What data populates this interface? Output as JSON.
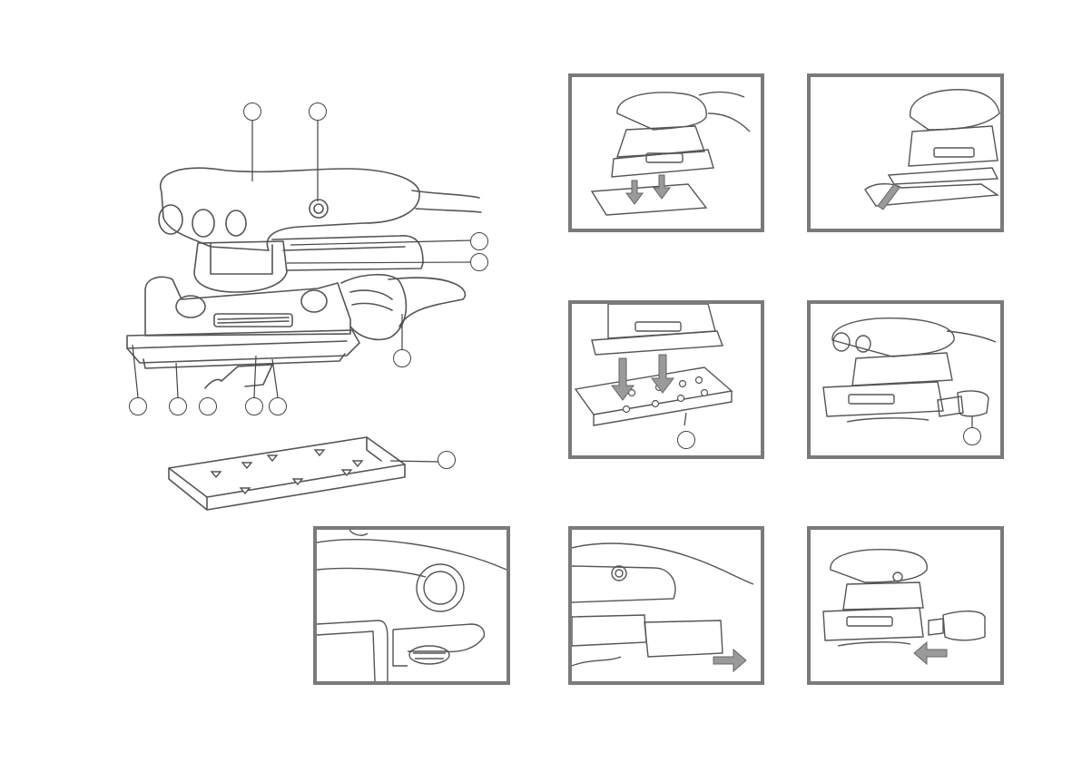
{
  "illustration": {
    "main_subject": "orbital-sheet-sander",
    "callouts": [
      "",
      "",
      "",
      "",
      "",
      "",
      "",
      "",
      "",
      "",
      "",
      ""
    ],
    "panels": [
      {
        "id": "panel-1",
        "subject": "attach-sanding-sheet"
      },
      {
        "id": "panel-2",
        "subject": "clamp-lever-release"
      },
      {
        "id": "panel-3",
        "subject": "attach-perforator-plate"
      },
      {
        "id": "panel-4",
        "subject": "dust-container-detached"
      },
      {
        "id": "panel-5",
        "subject": "dust-container-remove"
      },
      {
        "id": "panel-6",
        "subject": "dust-container-insert"
      },
      {
        "id": "panel-7",
        "subject": "switch-lock-closeup"
      }
    ]
  },
  "colors": {
    "frame": "#7a7a7a",
    "outline": "#555555",
    "arrow": "#9a9a9a"
  }
}
